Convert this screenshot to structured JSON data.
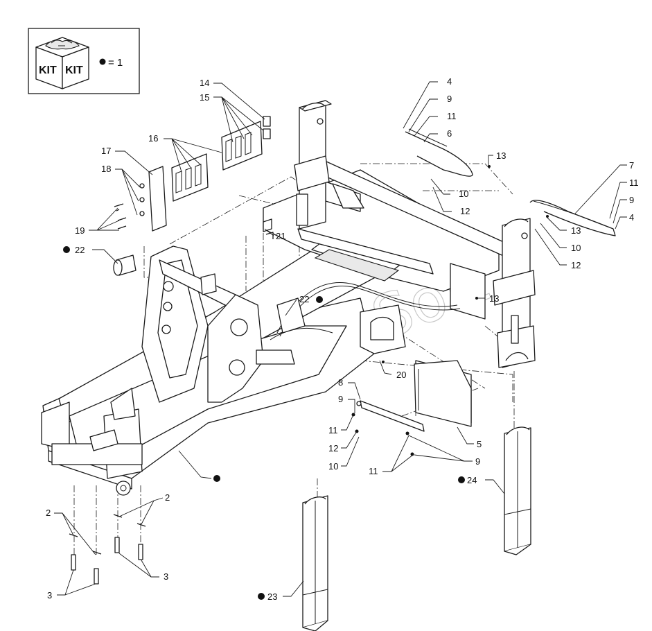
{
  "kit_box": {
    "kit_text_left": "KIT",
    "kit_text_right": "KIT",
    "legend_text": "= 1"
  },
  "watermark": "AutoSoft",
  "callouts": {
    "c14": "14",
    "c15": "15",
    "c16": "16",
    "c17": "17",
    "c18": "18",
    "c19": "19",
    "c22a": "22",
    "c21": "21",
    "c22b": "22",
    "c20": "20",
    "c4a": "4",
    "c9a": "9",
    "c11a": "11",
    "c6": "6",
    "c13a": "13",
    "c10a": "10",
    "c12a": "12",
    "c7": "7",
    "c11b": "11",
    "c9b": "9",
    "c4b": "4",
    "c13b": "13",
    "c10b": "10",
    "c12b": "12",
    "c13c": "13",
    "c8": "8",
    "c9c": "9",
    "c11c": "11",
    "c12c": "12",
    "c10c": "10",
    "c5": "5",
    "c9d": "9",
    "c11d": "11",
    "c24": "24",
    "c23": "23",
    "c2a": "2",
    "c2b": "2",
    "c3a": "3",
    "c3b": "3"
  },
  "colors": {
    "line": "#1a1a1a",
    "background": "#ffffff",
    "watermark": "#9a9a9a"
  }
}
